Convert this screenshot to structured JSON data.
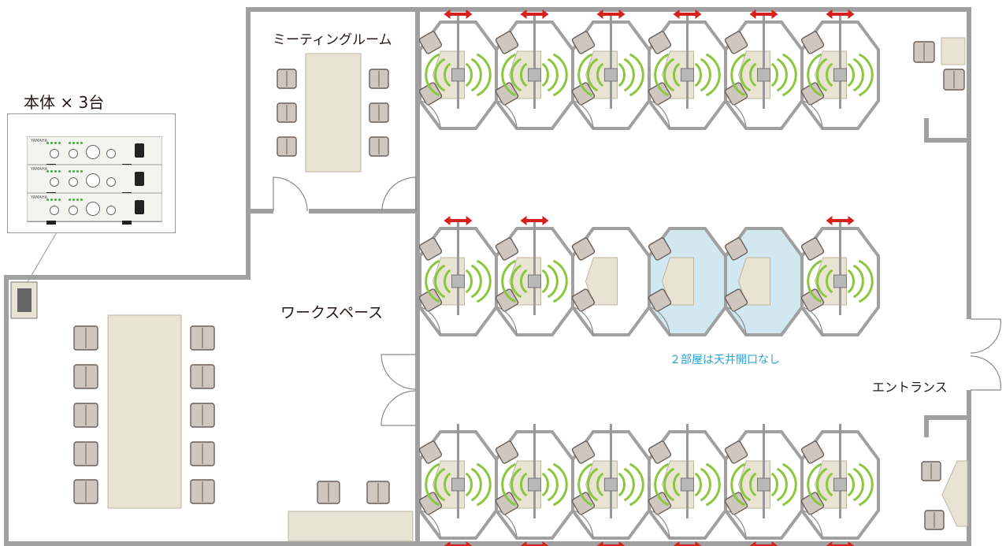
{
  "labels": {
    "title": "本体 × 3台",
    "meeting_room": "ミーティングルーム",
    "workspace": "ワークスペース",
    "entrance": "エントランス",
    "note": "２部屋は天井開口なし"
  },
  "units": {
    "count": 3,
    "brand": "YAMAHA"
  },
  "rows": {
    "top_booths": 6,
    "middle_booths": 6,
    "bottom_booths": 6
  },
  "booth_types": {
    "middle": [
      "speaker",
      "speaker",
      "plain",
      "closed",
      "closed",
      "speaker"
    ]
  },
  "colors": {
    "wall": "#a0a0a0",
    "furniture_fill": "#e8e3d2",
    "chair_fill": "#cfc6c0",
    "signal_green": "#8cc63f",
    "arrow_red": "#d7201e",
    "closed_room_fill": "#d2e8f0",
    "note_text": "#2aa3d4"
  }
}
